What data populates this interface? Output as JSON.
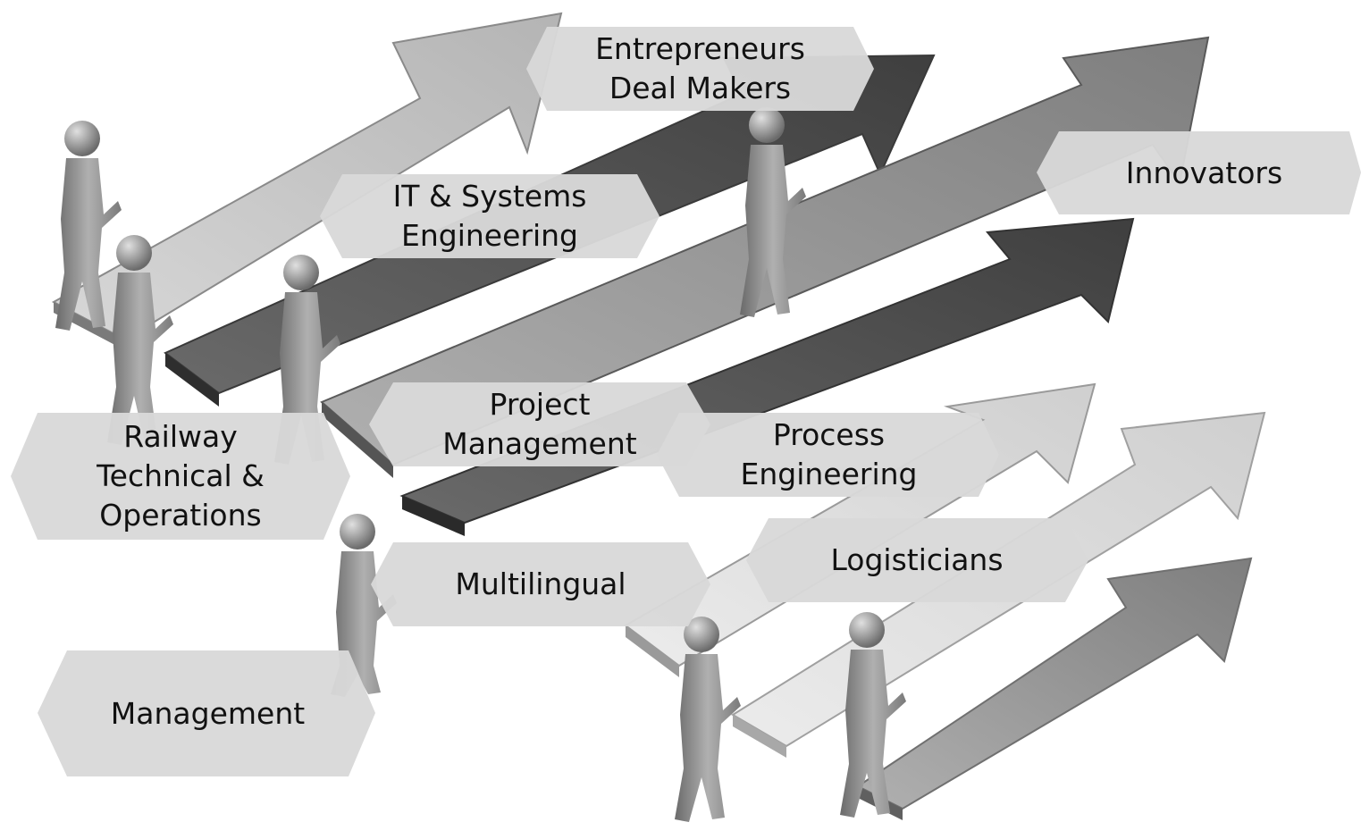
{
  "labels": {
    "entrepreneurs": [
      "Entrepreneurs",
      "Deal Makers"
    ],
    "it_systems": [
      "IT & Systems",
      "Engineering"
    ],
    "innovators": [
      "Innovators"
    ],
    "railway": [
      "Railway",
      "Technical &",
      "Operations"
    ],
    "project_management": [
      "Project",
      "Management"
    ],
    "process_engineering": [
      "Process",
      "Engineering"
    ],
    "multilingual": [
      "Multilingual"
    ],
    "logisticians": [
      "Logisticians"
    ],
    "management": [
      "Management"
    ]
  },
  "colors": {
    "hexagon_fill": "#d9d9d9",
    "text": "#111111",
    "arrow_light": "#c6c6c6",
    "arrow_mid": "#9a9a9a",
    "arrow_dark": "#595959",
    "figure": "#8a8a8a"
  }
}
